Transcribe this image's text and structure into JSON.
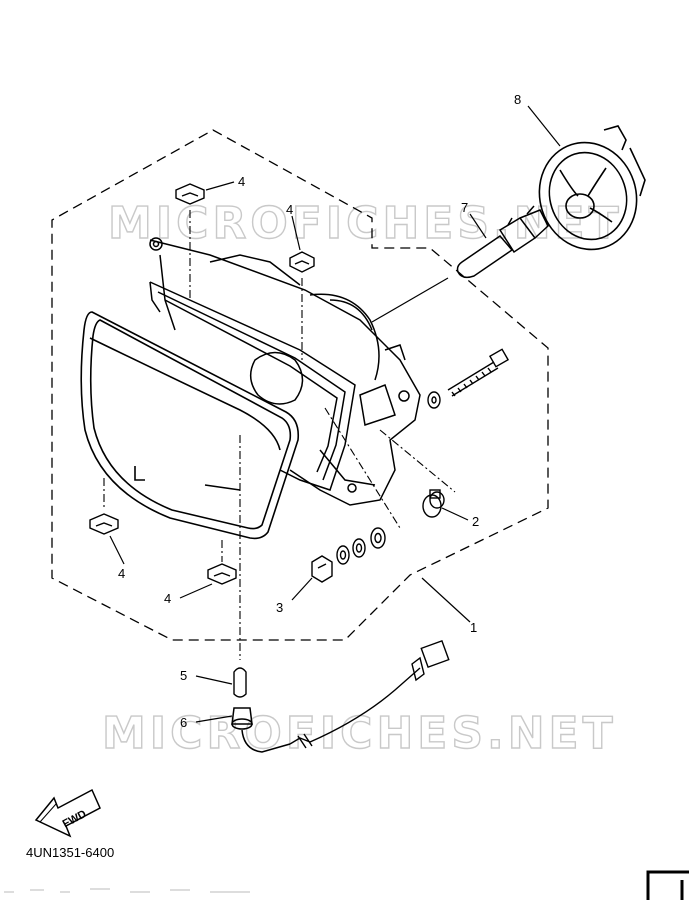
{
  "diagram": {
    "watermark": "MICROFICHES.NET",
    "drawing_code": "4UN1351-6400",
    "fwd_label": "FWD",
    "callouts": [
      {
        "id": "1",
        "label": "1"
      },
      {
        "id": "2",
        "label": "2"
      },
      {
        "id": "3",
        "label": "3"
      },
      {
        "id": "4a",
        "label": "4"
      },
      {
        "id": "4b",
        "label": "4"
      },
      {
        "id": "4c",
        "label": "4"
      },
      {
        "id": "4d",
        "label": "4"
      },
      {
        "id": "5",
        "label": "5"
      },
      {
        "id": "6",
        "label": "6"
      },
      {
        "id": "7",
        "label": "7"
      },
      {
        "id": "8",
        "label": "8"
      }
    ]
  }
}
